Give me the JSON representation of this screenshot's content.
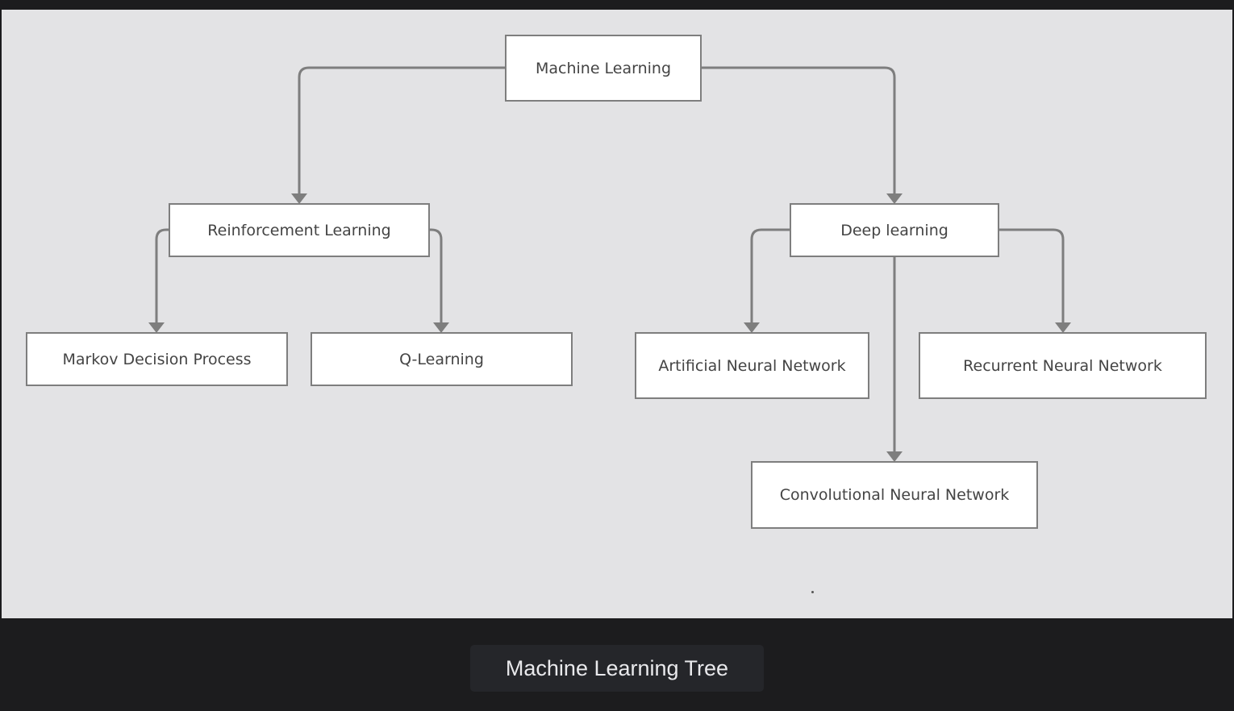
{
  "diagram": {
    "nodes": {
      "root": "Machine Learning",
      "rl": "Reinforcement Learning",
      "dl": "Deep learning",
      "mdp": "Markov Decision Process",
      "ql": "Q-Learning",
      "ann": "Artificial Neural Network",
      "rnn": "Recurrent Neural Network",
      "cnn": "Convolutional Neural Network"
    },
    "edges": [
      [
        "root",
        "rl"
      ],
      [
        "root",
        "dl"
      ],
      [
        "rl",
        "mdp"
      ],
      [
        "rl",
        "ql"
      ],
      [
        "dl",
        "ann"
      ],
      [
        "dl",
        "rnn"
      ],
      [
        "dl",
        "cnn"
      ]
    ],
    "colors": {
      "canvas": "#e3e3e5",
      "node_fill": "#ffffff",
      "node_border": "#7e7e7e",
      "connector": "#7e7e7e",
      "text": "#444444"
    }
  },
  "caption": "Machine Learning Tree"
}
